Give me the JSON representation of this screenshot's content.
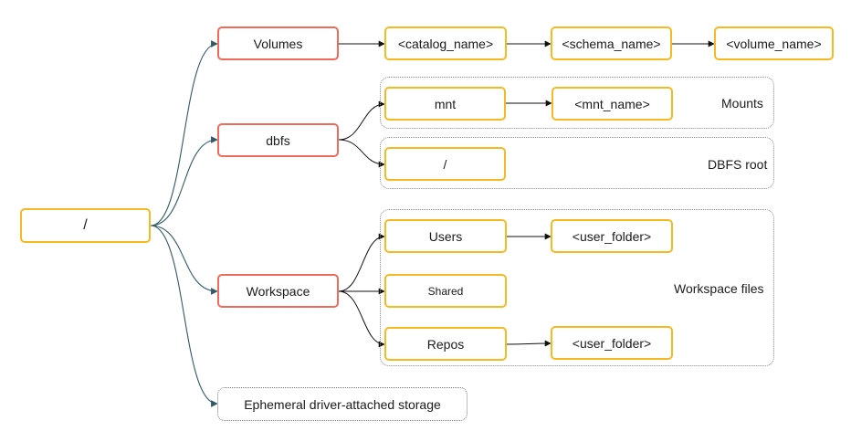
{
  "diagram": {
    "root": "/",
    "level1": {
      "volumes": "Volumes",
      "dbfs": "dbfs",
      "workspace": "Workspace",
      "ephemeral": "Ephemeral driver-attached storage"
    },
    "volumes_path": {
      "catalog": "<catalog_name>",
      "schema": "<schema_name>",
      "volume": "<volume_name>"
    },
    "dbfs_children": {
      "mnt": "mnt",
      "mnt_name": "<mnt_name>",
      "dbfs_root": "/"
    },
    "workspace_children": {
      "users": "Users",
      "users_folder": "<user_folder>",
      "shared": "Shared",
      "repos": "Repos",
      "repos_folder": "<user_folder>"
    },
    "groups": {
      "mounts": "Mounts",
      "dbfs_root": "DBFS root",
      "workspace_files": "Workspace files"
    },
    "colors": {
      "yellow_border": "#F5B921",
      "red_border": "#EE6B5B",
      "curve_stroke": "#2F5A66",
      "arrow_stroke": "#111111"
    }
  }
}
